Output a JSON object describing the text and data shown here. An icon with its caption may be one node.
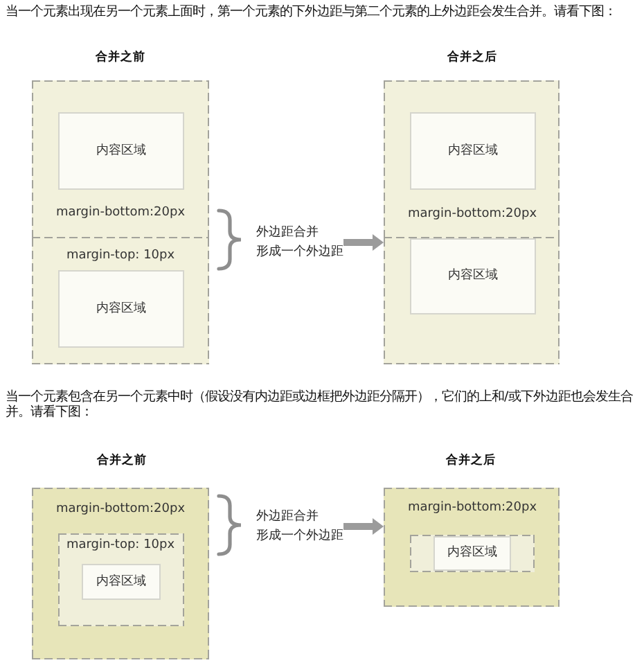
{
  "diagram": {
    "nodes": [
      {
        "text": [
          "margin-bottom:20px"
        ]
      },
      {
        "text": [
          "内容区域"
        ],
        "in": 0
      },
      {
        "text": [
          "margin-top: 10px"
        ]
      },
      {
        "text": [
          "内容区域"
        ],
        "in": 2
      },
      {
        "text": [
          "外边距合并",
          "形成一个外边距"
        ]
      },
      {
        "text": [
          "margin-bottom:20px"
        ]
      },
      {
        "text": [
          "内容区域"
        ],
        "in": 5
      },
      {
        "text": [],
        "shape": "box"
      },
      {
        "text": [
          "内容区域"
        ],
        "in": 7
      },
      {
        "text": [
          "margin-bottom:20px"
        ]
      },
      {
        "text": [
          "margin-top: 10px"
        ],
        "in": 9
      },
      {
        "text": [
          "内容区域"
        ],
        "in": 10
      },
      {
        "text": [
          "外边距合并",
          "形成一个外边距"
        ]
      },
      {
        "text": [
          "margin-bottom:20px"
        ]
      },
      {
        "text": [],
        "shape": "box",
        "in": 13
      },
      {
        "text": [
          "内容区域"
        ],
        "in": 14
      }
    ],
    "edges": [
      {
        "from": 4,
        "to": 7,
        "arrow": "to"
      },
      {
        "from": 12,
        "to": 13,
        "arrow": "to"
      }
    ],
    "labels": [
      "当一个元素出现在另一个元素上面时，第一个元素的下外边距与第二个元素的上外边距会发生合并。请看下图：",
      "合并之前",
      "合并之后",
      "当一个元素包含在另一个元素中时（假设没有内边距或边框把外边距分隔开），它们的上和/或下外边距也会发生合并。请看下图：",
      "合并之前",
      "合并之后"
    ]
  }
}
